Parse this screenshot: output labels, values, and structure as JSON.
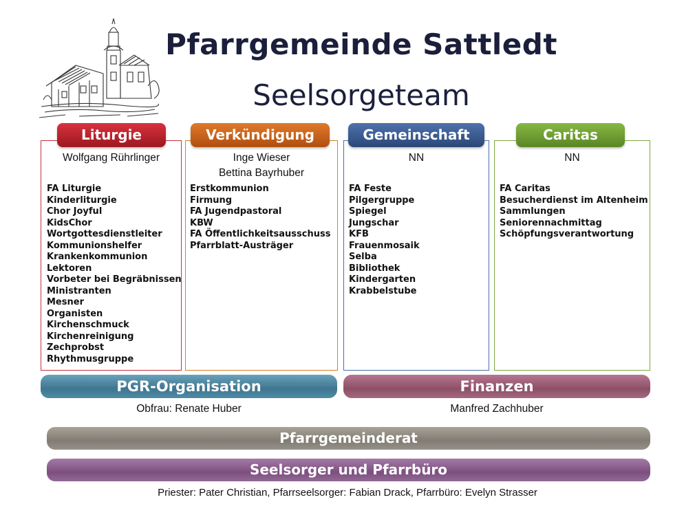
{
  "header": {
    "title": "Pfarrgemeinde Sattledt",
    "subtitle": "Seelsorgeteam"
  },
  "colors": {
    "liturgie": "#b3202a",
    "verkuendigung": "#c85f16",
    "gemeinschaft": "#3a5a8f",
    "caritas": "#6b9a2e",
    "pgr": "#4a86a1",
    "finanzen": "#9c5d74",
    "pfarrgemeinderat": "#8f8a80",
    "seelsorger": "#8a5d8c"
  },
  "columns": [
    {
      "title": "Liturgie",
      "people": [
        "Wolfgang Rührlinger"
      ],
      "items": [
        "FA Liturgie",
        "Kinderliturgie",
        "Chor Joyful",
        "KidsChor",
        "Wortgottesdienstleiter",
        "Kommunionshelfer",
        "Krankenkommunion",
        "Lektoren",
        "Vorbeter bei Begräbnissen",
        "Ministranten",
        "Mesner",
        "Organisten",
        "Kirchenschmuck",
        "Kirchenreinigung",
        "Zechprobst",
        "Rhythmusgruppe"
      ]
    },
    {
      "title": "Verkündigung",
      "people": [
        "Inge Wieser",
        "Bettina Bayrhuber"
      ],
      "items": [
        "Erstkommunion",
        "Firmung",
        "FA Jugendpastoral",
        "KBW",
        "FA Öffentlichkeitsausschuss",
        "Pfarrblatt-Austräger"
      ]
    },
    {
      "title": "Gemeinschaft",
      "people": [
        "NN"
      ],
      "items": [
        "FA Feste",
        "Pilgergruppe",
        "Spiegel",
        "Jungschar",
        "KFB",
        "Frauenmosaik",
        "Selba",
        "Bibliothek",
        "Kindergarten",
        "Krabbelstube"
      ]
    },
    {
      "title": "Caritas",
      "people": [
        "NN"
      ],
      "items": [
        "FA Caritas",
        "Besucherdienst im Altenheim",
        "Sammlungen",
        "Seniorennachmittag",
        "Schöpfungsverantwortung"
      ]
    }
  ],
  "bands": {
    "pgr": {
      "title": "PGR-Organisation",
      "sub": "Obfrau: Renate Huber"
    },
    "finanzen": {
      "title": "Finanzen",
      "sub": "Manfred Zachhuber"
    },
    "pfarrgemeinderat": {
      "title": "Pfarrgemeinderat"
    },
    "seelsorger": {
      "title": "Seelsorger und Pfarrbüro",
      "sub": "Priester: Pater Christian, Pfarrseelsorger: Fabian Drack, Pfarrbüro: Evelyn Strasser"
    }
  }
}
